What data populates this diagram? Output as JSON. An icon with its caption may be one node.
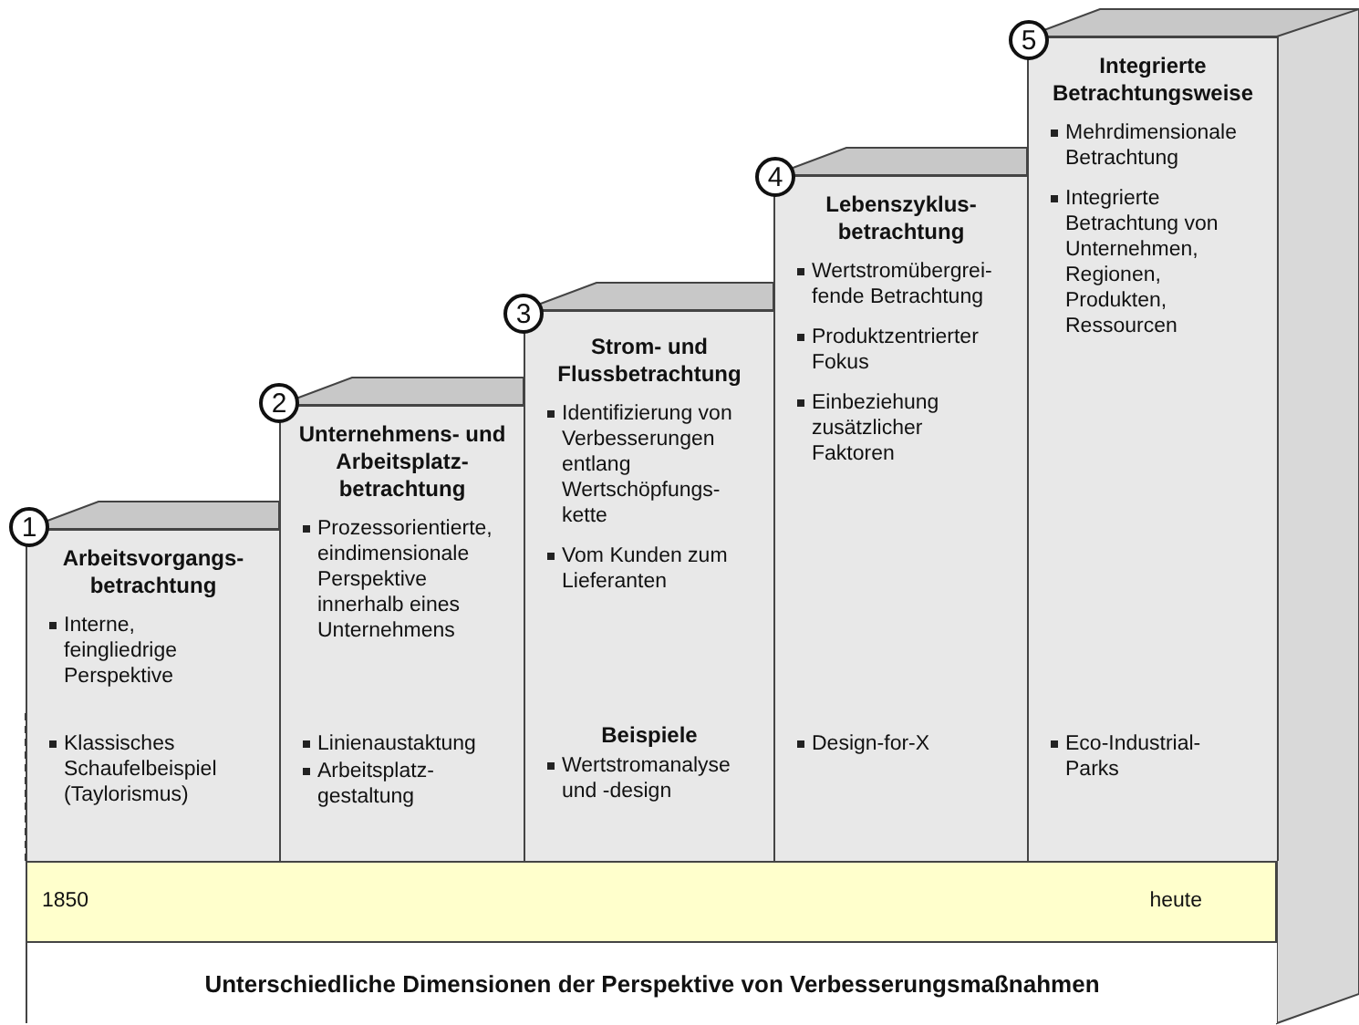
{
  "diagram": {
    "nodes": [
      {
        "text": [
          "1"
        ]
      },
      {
        "text": [
          "Arbeitsvorgangs-betrachtung",
          "Interne, feingliedrige Perspektive",
          "Klassisches Schaufelbeispiel (Taylorismus)"
        ]
      },
      {
        "text": [
          "2"
        ]
      },
      {
        "text": [
          "Unternehmens- und Arbeitsplatz-betrachtung",
          "Prozessorientierte, eindimensionale Perspektive innerhalb eines Unternehmens",
          "Linienaustaktung",
          "Arbeitsplatz-gestaltung"
        ]
      },
      {
        "text": [
          "3"
        ]
      },
      {
        "text": [
          "Strom- und Flussbetrachtung",
          "Identifizierung von Verbesserungen entlang Wertschöpfungs-kette",
          "Vom Kunden zum Lieferanten",
          "Beispiele",
          "Wertstromanalyse und -design"
        ]
      },
      {
        "text": [
          "4"
        ]
      },
      {
        "text": [
          "Lebenszyklus-betrachtung",
          "Wertstromübergrei-fende Betrachtung",
          "Produktzentrierter Fokus",
          "Einbeziehung zusätzlicher Faktoren",
          "Design-for-X"
        ]
      },
      {
        "text": [
          "5"
        ]
      },
      {
        "text": [
          "Integrierte Betrachtungsweise",
          "Mehrdimensionale Betrachtung",
          "Integrierte Betrachtung von Unternehmen, Regionen, Produkten, Ressourcen",
          "Eco-Industrial-Parks"
        ]
      },
      {
        "text": [
          "1850",
          "heute"
        ]
      },
      {
        "text": [
          "Unterschiedliche Dimensionen der Perspektive von Verbesserungsmaßnahmen"
        ]
      }
    ]
  }
}
